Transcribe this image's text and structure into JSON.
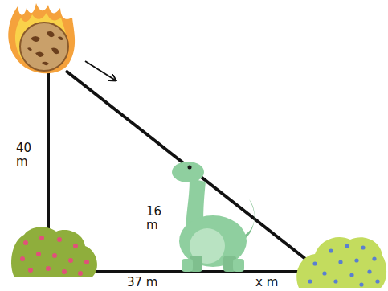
{
  "diagram": {
    "labels": [
      "40 m",
      "16 m",
      "37 m",
      "x m"
    ]
  }
}
